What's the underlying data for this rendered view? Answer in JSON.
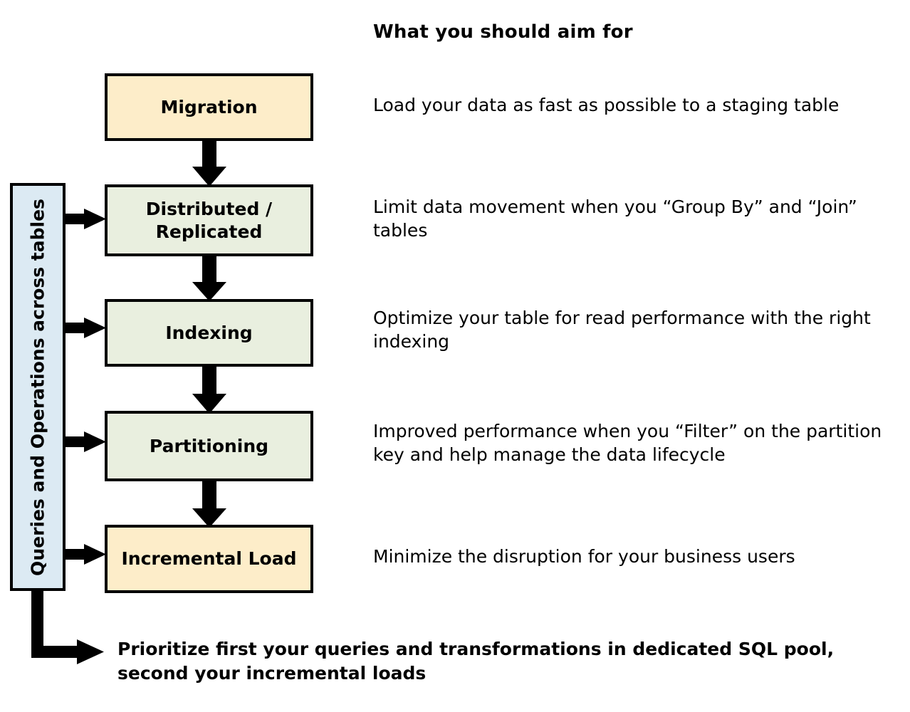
{
  "header": {
    "title": "What you should aim for"
  },
  "side_bar": {
    "label": "Queries and Operations across tables"
  },
  "flow": {
    "stages": [
      {
        "key": "migration",
        "label": "Migration",
        "color": "#FDEDC9",
        "description": "Load your data as fast as possible to a staging table",
        "has_side_connector": false
      },
      {
        "key": "distributed",
        "label": "Distributed / Replicated",
        "color": "#E9EFDF",
        "description": "Limit data movement when you “Group By” and “Join” tables",
        "has_side_connector": true
      },
      {
        "key": "indexing",
        "label": "Indexing",
        "color": "#E9EFDF",
        "description": "Optimize your table for read performance with the right indexing",
        "has_side_connector": true
      },
      {
        "key": "partitioning",
        "label": "Partitioning",
        "color": "#E9EFDF",
        "description": "Improved performance when you “Filter” on the partition key and help manage the data lifecycle",
        "has_side_connector": true
      },
      {
        "key": "incremental",
        "label": "Incremental Load",
        "color": "#FDEDC9",
        "description": "Minimize the disruption for your business users",
        "has_side_connector": true
      }
    ]
  },
  "conclusion": {
    "text": "Prioritize first your queries and transformations in dedicated SQL pool, second your incremental loads"
  },
  "colors": {
    "cream_fill": "#FDEDC9",
    "green_fill": "#E9EFDF",
    "blue_fill": "#DCEAF3",
    "stroke": "#000000",
    "background": "#FFFFFF"
  }
}
